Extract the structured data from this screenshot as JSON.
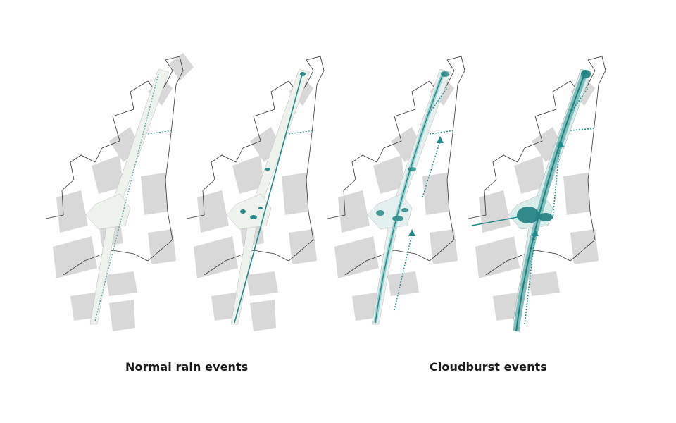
{
  "colors": {
    "background": "#ffffff",
    "building": "#d6d6d6",
    "building_dark": "#bdbdbd",
    "boundary": "#333333",
    "street": "#ececec",
    "corridor": "#eef2ec",
    "water": "#1f8c8c",
    "water_light": "#9fd0d0",
    "caption_text": "#1a1a1a"
  },
  "panels": [
    {
      "id": 1,
      "scenario": "normal",
      "intensity": 0.15
    },
    {
      "id": 2,
      "scenario": "normal",
      "intensity": 0.4
    },
    {
      "id": 3,
      "scenario": "cloudburst",
      "intensity": 0.7
    },
    {
      "id": 4,
      "scenario": "cloudburst",
      "intensity": 1.0
    }
  ],
  "captions": {
    "normal": "Normal rain events",
    "cloudburst": "Cloudburst events"
  }
}
